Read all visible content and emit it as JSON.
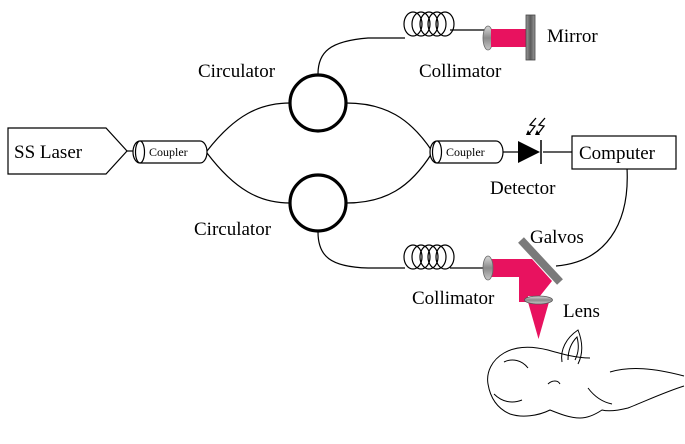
{
  "labels": {
    "laser": "SS Laser",
    "coupler_left": "Coupler",
    "coupler_right": "Coupler",
    "circulator_top": "Circulator",
    "circulator_bottom": "Circulator",
    "collimator_top": "Collimator",
    "collimator_bottom": "Collimator",
    "mirror": "Mirror",
    "detector": "Detector",
    "computer": "Computer",
    "galvos": "Galvos",
    "lens": "Lens"
  },
  "colors": {
    "beam": "#e8125f",
    "ink": "#000000",
    "collimator_body": "#9a9a9a",
    "mirror": "#7a7a7a",
    "background": "#ffffff"
  },
  "icons": {
    "fiber_loop": "fiber-coil-icon",
    "light_arrows": "incoming-light-icon",
    "specimen": "mouse-icon"
  }
}
